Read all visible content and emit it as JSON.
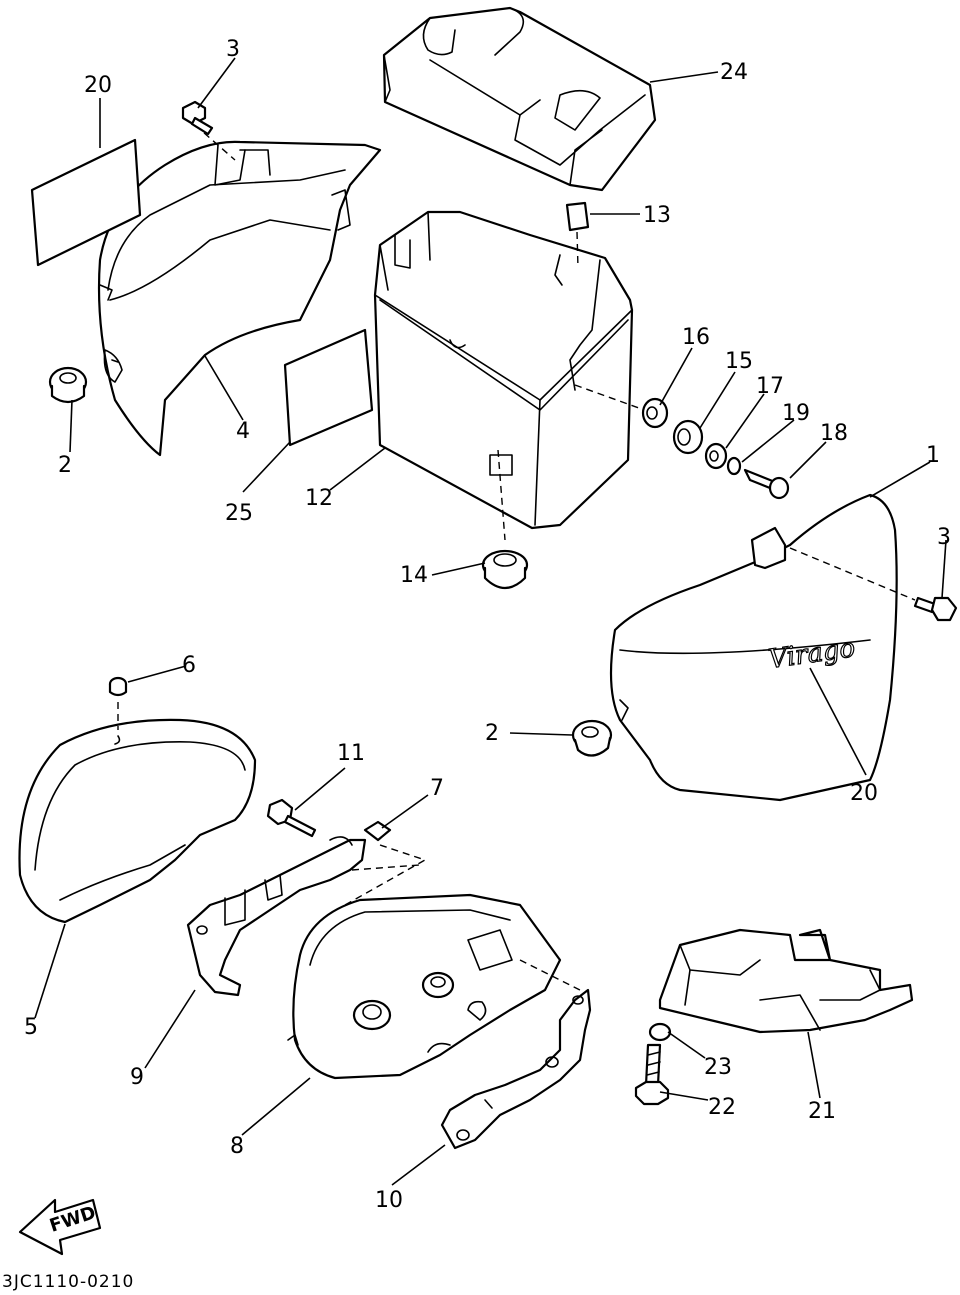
{
  "diagram": {
    "parts": [
      {
        "key": "p1",
        "label": "1"
      },
      {
        "key": "p2a",
        "label": "2"
      },
      {
        "key": "p2b",
        "label": "2"
      },
      {
        "key": "p3a",
        "label": "3"
      },
      {
        "key": "p3b",
        "label": "3"
      },
      {
        "key": "p4",
        "label": "4"
      },
      {
        "key": "p5",
        "label": "5"
      },
      {
        "key": "p6",
        "label": "6"
      },
      {
        "key": "p7",
        "label": "7"
      },
      {
        "key": "p8",
        "label": "8"
      },
      {
        "key": "p9",
        "label": "9"
      },
      {
        "key": "p10",
        "label": "10"
      },
      {
        "key": "p11",
        "label": "11"
      },
      {
        "key": "p12",
        "label": "12"
      },
      {
        "key": "p13",
        "label": "13"
      },
      {
        "key": "p14",
        "label": "14"
      },
      {
        "key": "p15",
        "label": "15"
      },
      {
        "key": "p16",
        "label": "16"
      },
      {
        "key": "p17",
        "label": "17"
      },
      {
        "key": "p18",
        "label": "18"
      },
      {
        "key": "p19",
        "label": "19"
      },
      {
        "key": "p20a",
        "label": "20"
      },
      {
        "key": "p20b",
        "label": "20"
      },
      {
        "key": "p21",
        "label": "21"
      },
      {
        "key": "p22",
        "label": "22"
      },
      {
        "key": "p23",
        "label": "23"
      },
      {
        "key": "p24",
        "label": "24"
      },
      {
        "key": "p25",
        "label": "25"
      }
    ],
    "emblem_text": "Virago",
    "fwd_label": "FWD",
    "drawing_code": "3JC1110-0210"
  }
}
